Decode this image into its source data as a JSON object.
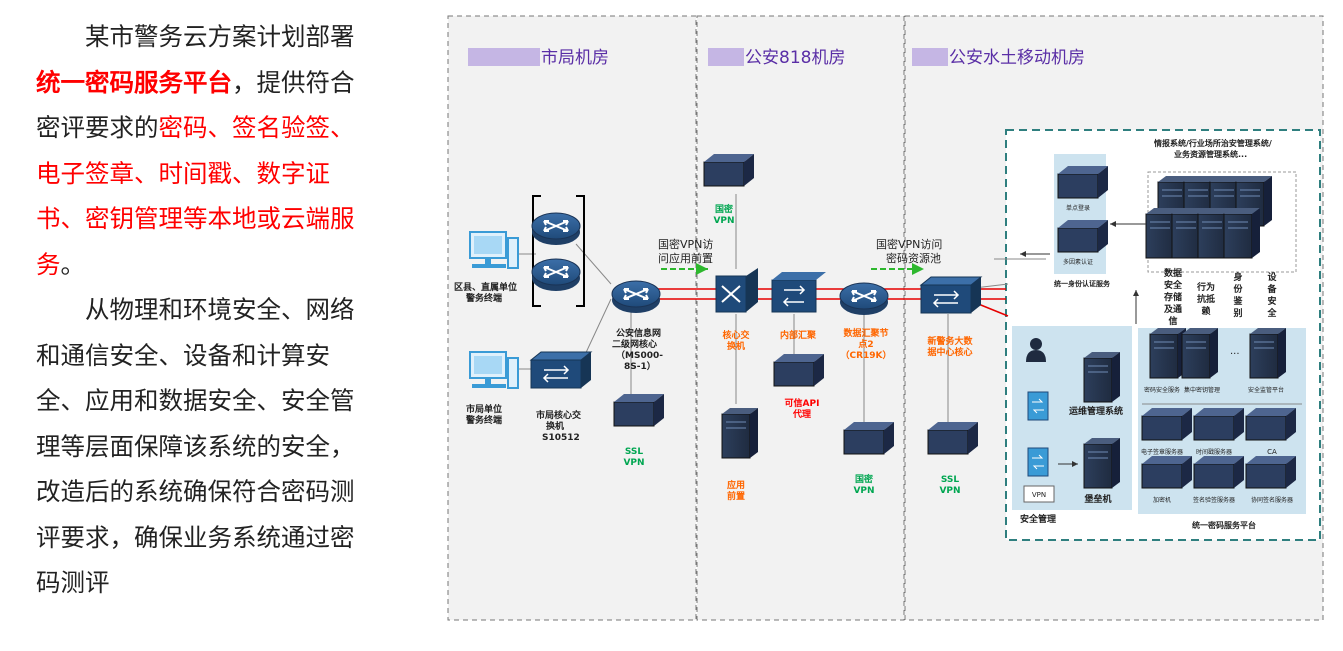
{
  "text": {
    "p1_a": "某市警务云方案计划部署",
    "p1_b": "统一密码服务平台",
    "p1_c": "，提供符合密评要求的",
    "p1_d": "密码、签名验签、电子签章、时间戳、数字证书、密钥管理等本地或云端服务",
    "p1_e": "。",
    "p2": "从物理和环境安全、网络和通信安全、设备和计算安全、应用和数据安全、安全管理等层面保障该系统的安全，改造后的系统确保符合密码测评要求，确保业务系统通过密码测评"
  },
  "zones": {
    "z1": "市局机房",
    "z2": "公安818机房",
    "z3": "公安水土移动机房"
  },
  "labels": {
    "term1": "区县、直属单位\n警务终端",
    "term2": "市局单位\n警务终端",
    "sw510": "市局核心交\n换机\nS10512",
    "core": "公安信息网\n二级网核心\n（MS000-\n8S-1）",
    "ssl1": "SSL\nVPN",
    "gm1": "国密\nVPN",
    "vpn_text1": "国密VPN访\n问应用前置",
    "hexin": "核心交\n换机",
    "app": "应用\n前置",
    "neibu": "内部汇聚",
    "kexin": "可信API\n代理",
    "vpn_text2": "国密VPN访问\n密码资源池",
    "shuju": "数据汇聚节\n点2\n（CR19K）",
    "gm2": "国密\nVPN",
    "xinjing": "新警务大数\n据中心核心",
    "ssl2": "SSL\nVPN",
    "intel": "情报系统/行业场所治安管理系统/\n业务资源管理系统...",
    "sso": "单点登录",
    "multi": "多因素认证",
    "idauth": "统一身份认证服务",
    "col1": "数据\n安全\n存储\n及通\n信",
    "col2": "行为\n抗抵\n赖",
    "col3": "身\n份\n鉴\n别",
    "col4": "设\n备\n安\n全",
    "ops": "运维管理系统",
    "bastion": "堡垒机",
    "vpn_box": "VPN",
    "secmgmt": "安全管理",
    "crypto_title": "统一密码服务平台",
    "dots": "...",
    "c1": "密码安全服务",
    "c2": "集中密钥管理",
    "c3": "安全监管平台",
    "c4": "电子签章服务器",
    "c5": "时间戳服务器",
    "c6": "CA",
    "c7": "加密机",
    "c8": "签名验签服务器",
    "c9": "协同签名服务器"
  },
  "colors": {
    "red_text": "#ff0000",
    "green_label": "#00a651",
    "orange_label": "#ff6600",
    "link_red": "#e60000",
    "arrow_green": "#2eb82e",
    "teal_border": "#2f7f7f",
    "zone_title": "#5a2ea6"
  }
}
